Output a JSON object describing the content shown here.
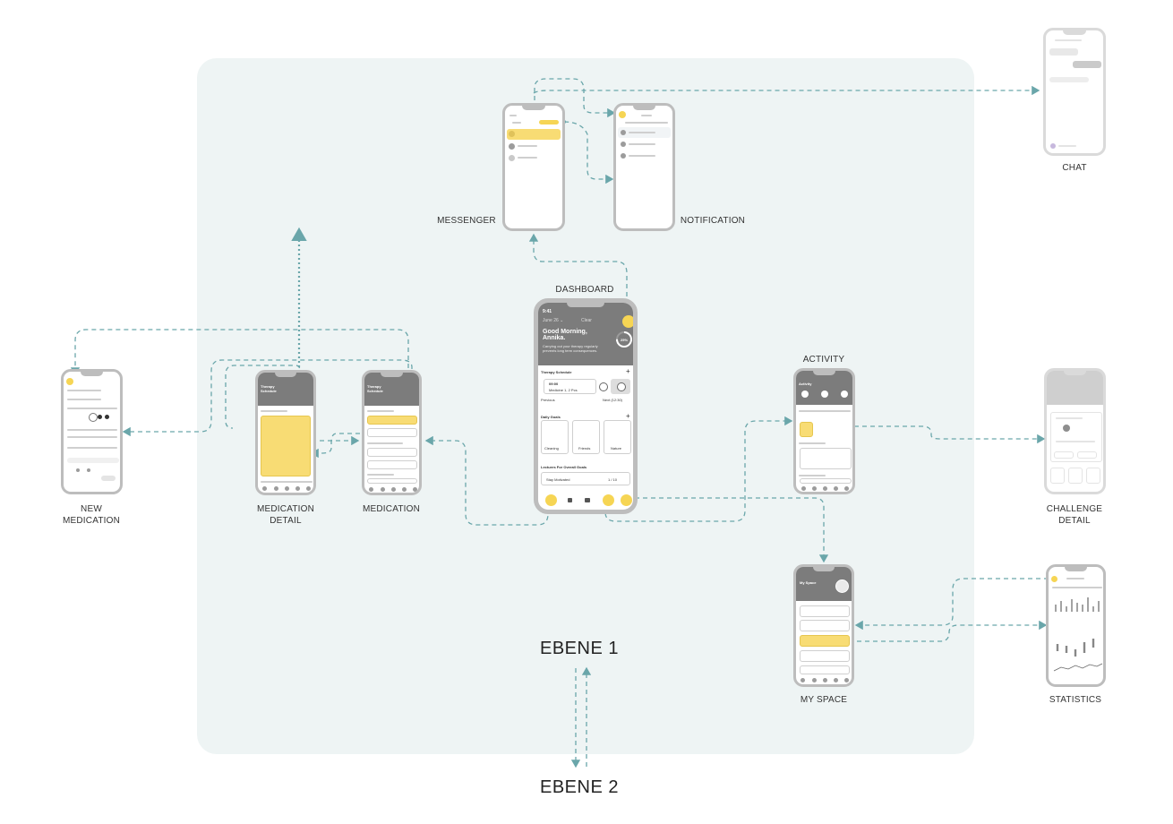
{
  "colors": {
    "accent": "#f6d554",
    "connector": "#6aa6aa",
    "area": "#eef4f4",
    "header": "#7c7c7c"
  },
  "labels": {
    "messenger": "MESSENGER",
    "notification": "NOTIFICATION",
    "chat": "CHAT",
    "dashboard": "DASHBOARD",
    "activity": "ACTIVITY",
    "new_medication": "NEW\nMEDICATION",
    "medication_detail": "MEDICATION\nDETAIL",
    "medication": "MEDICATION",
    "challenge_detail": "CHALLENGE\nDETAIL",
    "my_space": "MY SPACE",
    "statistics": "STATISTICS"
  },
  "levels": {
    "level1": "EBENE 1",
    "level2": "EBENE 2"
  },
  "dashboard": {
    "time": "9:41",
    "date": "June 26 ⌄",
    "weather": "Clear",
    "greeting": "Good Morning,\nAnnika.",
    "subtitle": "Carrying out your therapy regularly\nprevents long term consequences.",
    "progress": "25%",
    "progress_fraction": 0.25,
    "section_therapy": "Therapy Schedule",
    "med_time": "09:00",
    "med_name": "Medicine 1, 2 Pcs",
    "nav_previous": "Previous",
    "nav_next": "Next (12:30)",
    "section_goals": "Daily Goals",
    "goals": [
      "Cleaning",
      "Friends",
      "Nature"
    ],
    "section_lectures": "Lectures For Overall Goals",
    "lecture": "Stay Motivated",
    "lecture_count": "1 / 10"
  },
  "medication_screens": {
    "title": "Therapy\nSchedule"
  },
  "activity_screen": {
    "title": "Activity"
  },
  "myspace_screen": {
    "title": "My Space"
  }
}
